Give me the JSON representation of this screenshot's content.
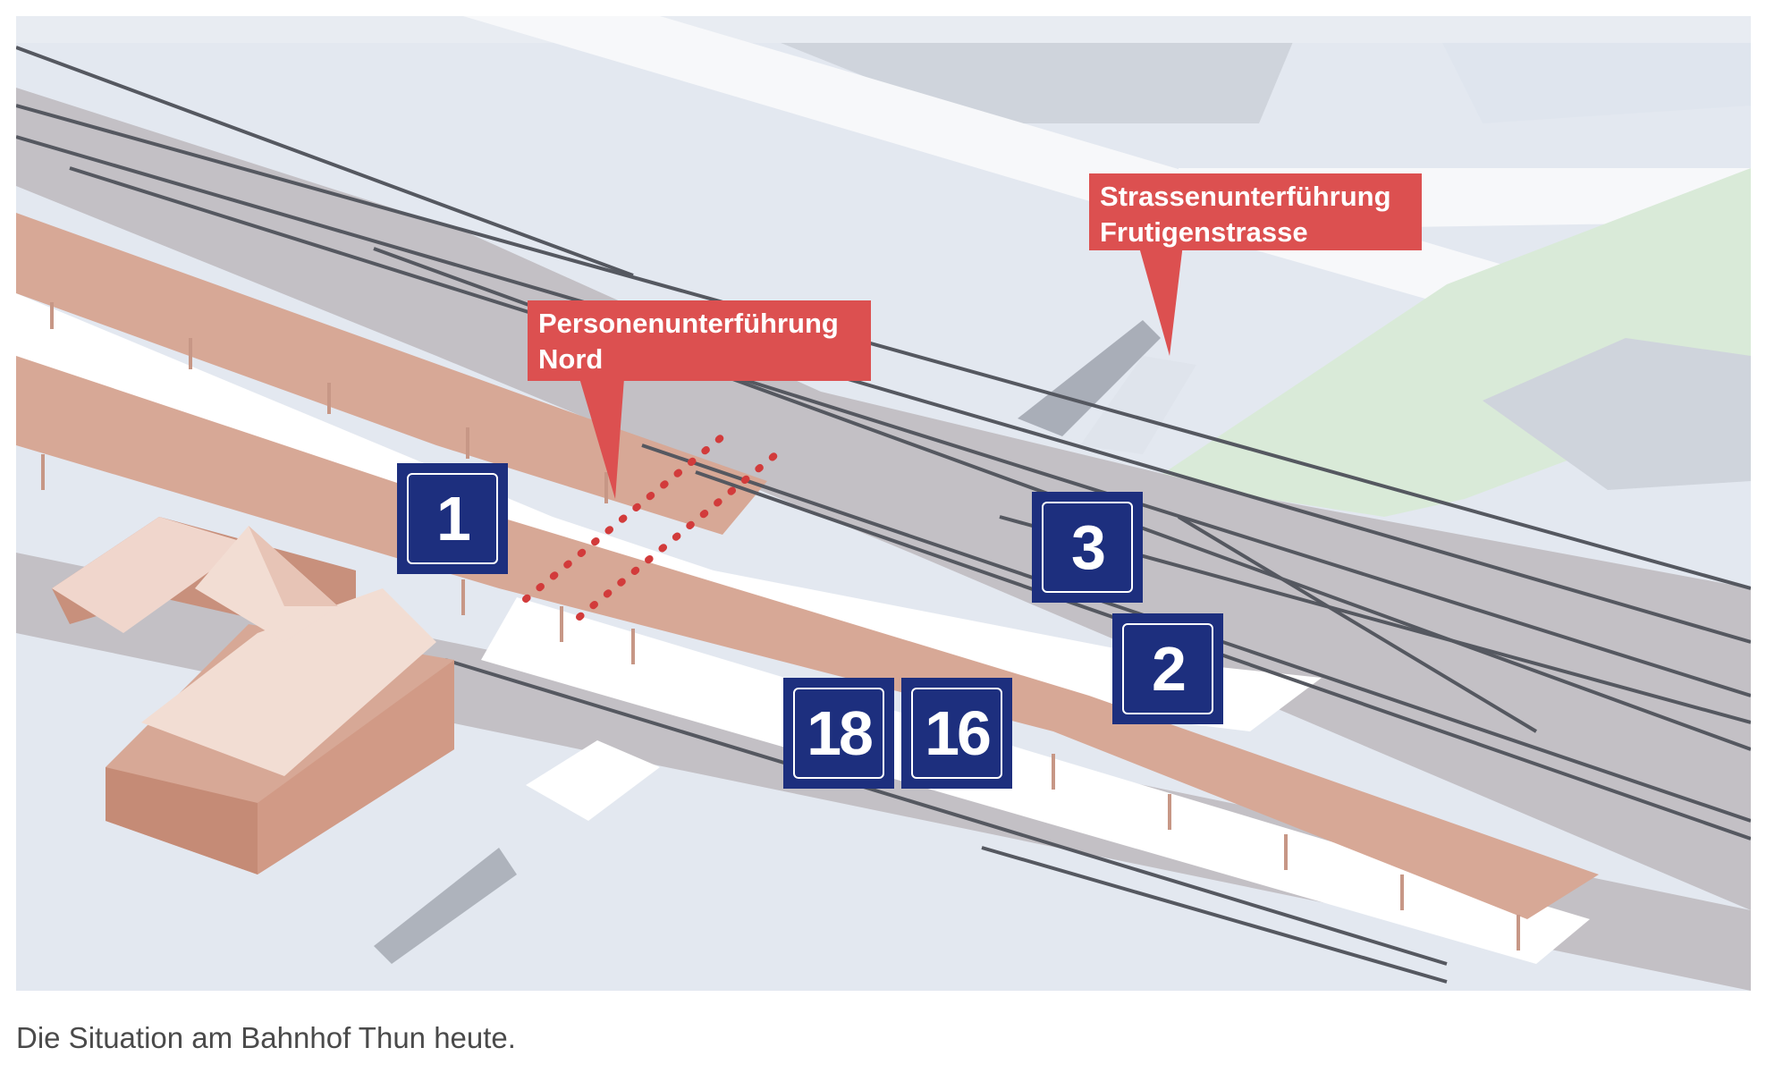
{
  "callouts": {
    "north_underpass": {
      "line1": "Personenunterführung",
      "line2": "Nord"
    },
    "road_underpass": {
      "line1": "Strassenunterführung",
      "line2": "Frutigenstrasse"
    }
  },
  "platform_signs": {
    "sign_1": "1",
    "sign_2": "2",
    "sign_3": "3",
    "sign_16": "16",
    "sign_18": "18"
  },
  "caption": "Die Situation am Bahnhof Thun heute.",
  "colors": {
    "callout_red": "#dc5050",
    "sign_blue": "#1d2f7e",
    "platform_roof": "#d7a896",
    "track_gray": "#c3c0c5",
    "background_blue_gray": "#e3e8f0",
    "green_area": "#d9ead8"
  }
}
